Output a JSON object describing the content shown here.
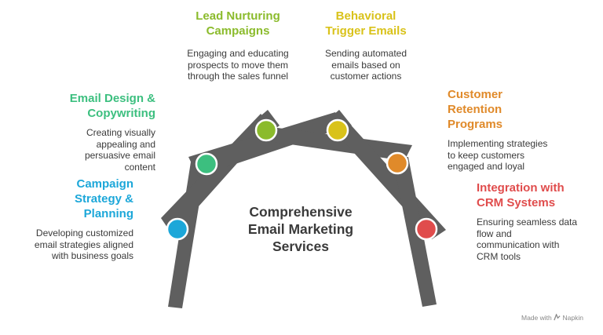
{
  "center_title_lines": [
    "Comprehensive",
    "Email Marketing",
    "Services"
  ],
  "colors": {
    "structure": "#5f5f5f",
    "campaign_strategy": "#1ca7d9",
    "email_design": "#3cbf7f",
    "lead_nurturing": "#8bbb2c",
    "behavioral_trigger": "#d9c21a",
    "customer_retention": "#e08a2a",
    "crm_integration": "#e04c4c"
  },
  "items": {
    "campaign_strategy": {
      "title_lines": [
        "Campaign",
        "Strategy &",
        "Planning"
      ],
      "desc_lines": [
        "Developing customized",
        "email strategies aligned",
        "with business goals"
      ]
    },
    "email_design": {
      "title_lines": [
        "Email Design &",
        "Copywriting"
      ],
      "desc_lines": [
        "Creating visually",
        "appealing and",
        "persuasive email",
        "content"
      ]
    },
    "lead_nurturing": {
      "title_lines": [
        "Lead Nurturing",
        "Campaigns"
      ],
      "desc_lines": [
        "Engaging and educating",
        "prospects to move them",
        "through the sales funnel"
      ]
    },
    "behavioral_trigger": {
      "title_lines": [
        "Behavioral",
        "Trigger Emails"
      ],
      "desc_lines": [
        "Sending automated",
        "emails based on",
        "customer actions"
      ]
    },
    "customer_retention": {
      "title_lines": [
        "Customer",
        "Retention",
        "Programs"
      ],
      "desc_lines": [
        "Implementing strategies",
        "to keep customers",
        "engaged and loyal"
      ]
    },
    "crm_integration": {
      "title_lines": [
        "Integration with",
        "CRM Systems"
      ],
      "desc_lines": [
        "Ensuring seamless data",
        "flow and",
        "communication with",
        "CRM tools"
      ]
    }
  },
  "footer": {
    "made_with": "Made with",
    "brand": "Napkin"
  }
}
